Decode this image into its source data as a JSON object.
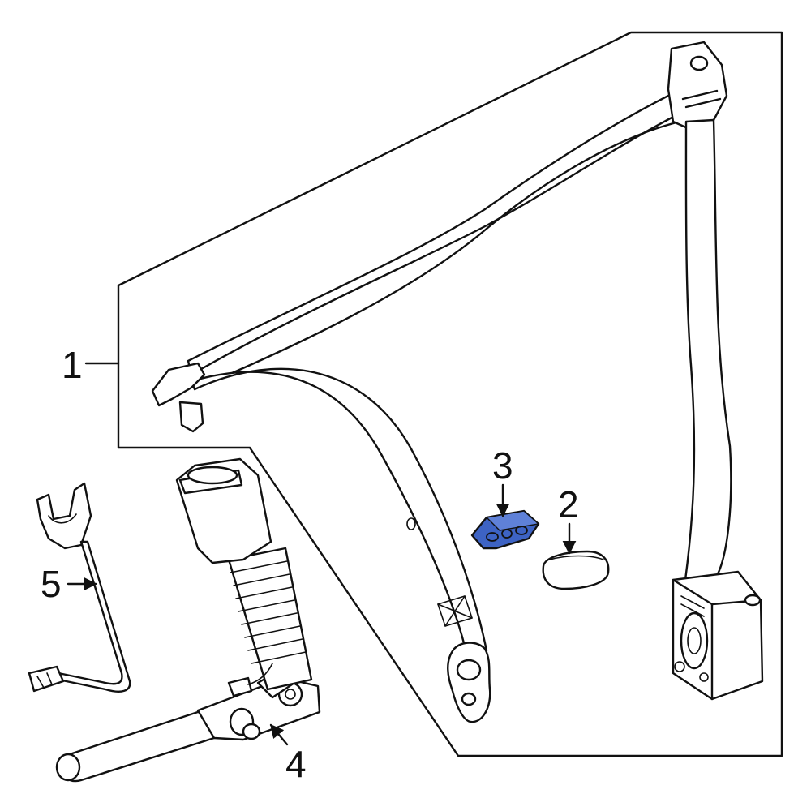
{
  "callouts": {
    "c1": "1",
    "c2": "2",
    "c3": "3",
    "c4": "4",
    "c5": "5"
  },
  "colors": {
    "line": "#111111",
    "background": "#ffffff",
    "highlight": "#3d63c4"
  },
  "parts": [
    {
      "number": "1",
      "name": "seat-belt-assembly"
    },
    {
      "number": "2",
      "name": "cap"
    },
    {
      "number": "3",
      "name": "guide"
    },
    {
      "number": "4",
      "name": "buckle"
    },
    {
      "number": "5",
      "name": "wiring-harness"
    }
  ],
  "highlighted_part": "3"
}
